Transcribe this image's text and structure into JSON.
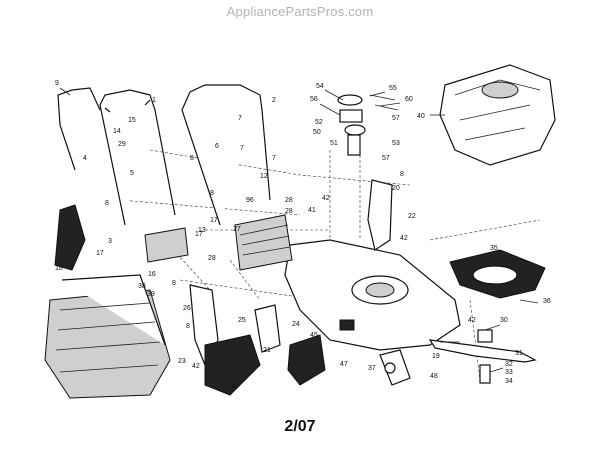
{
  "watermark": "AppliancePartsPros.com",
  "page_code": "2/07",
  "callouts": [
    "1",
    "2",
    "3",
    "4",
    "5",
    "6",
    "7",
    "7",
    "7",
    "8",
    "8",
    "8",
    "8",
    "8",
    "9",
    "12",
    "13",
    "14",
    "15",
    "16",
    "17",
    "17",
    "17",
    "18",
    "19",
    "20",
    "21",
    "22",
    "23",
    "24",
    "25",
    "26",
    "27",
    "28",
    "28",
    "28",
    "29",
    "30",
    "31",
    "32",
    "33",
    "34",
    "35",
    "36",
    "37",
    "38",
    "39",
    "40",
    "41",
    "42",
    "42",
    "42",
    "42",
    "45",
    "46",
    "47",
    "48",
    "50",
    "51",
    "52",
    "53",
    "54",
    "55",
    "56",
    "57",
    "60",
    "96"
  ]
}
